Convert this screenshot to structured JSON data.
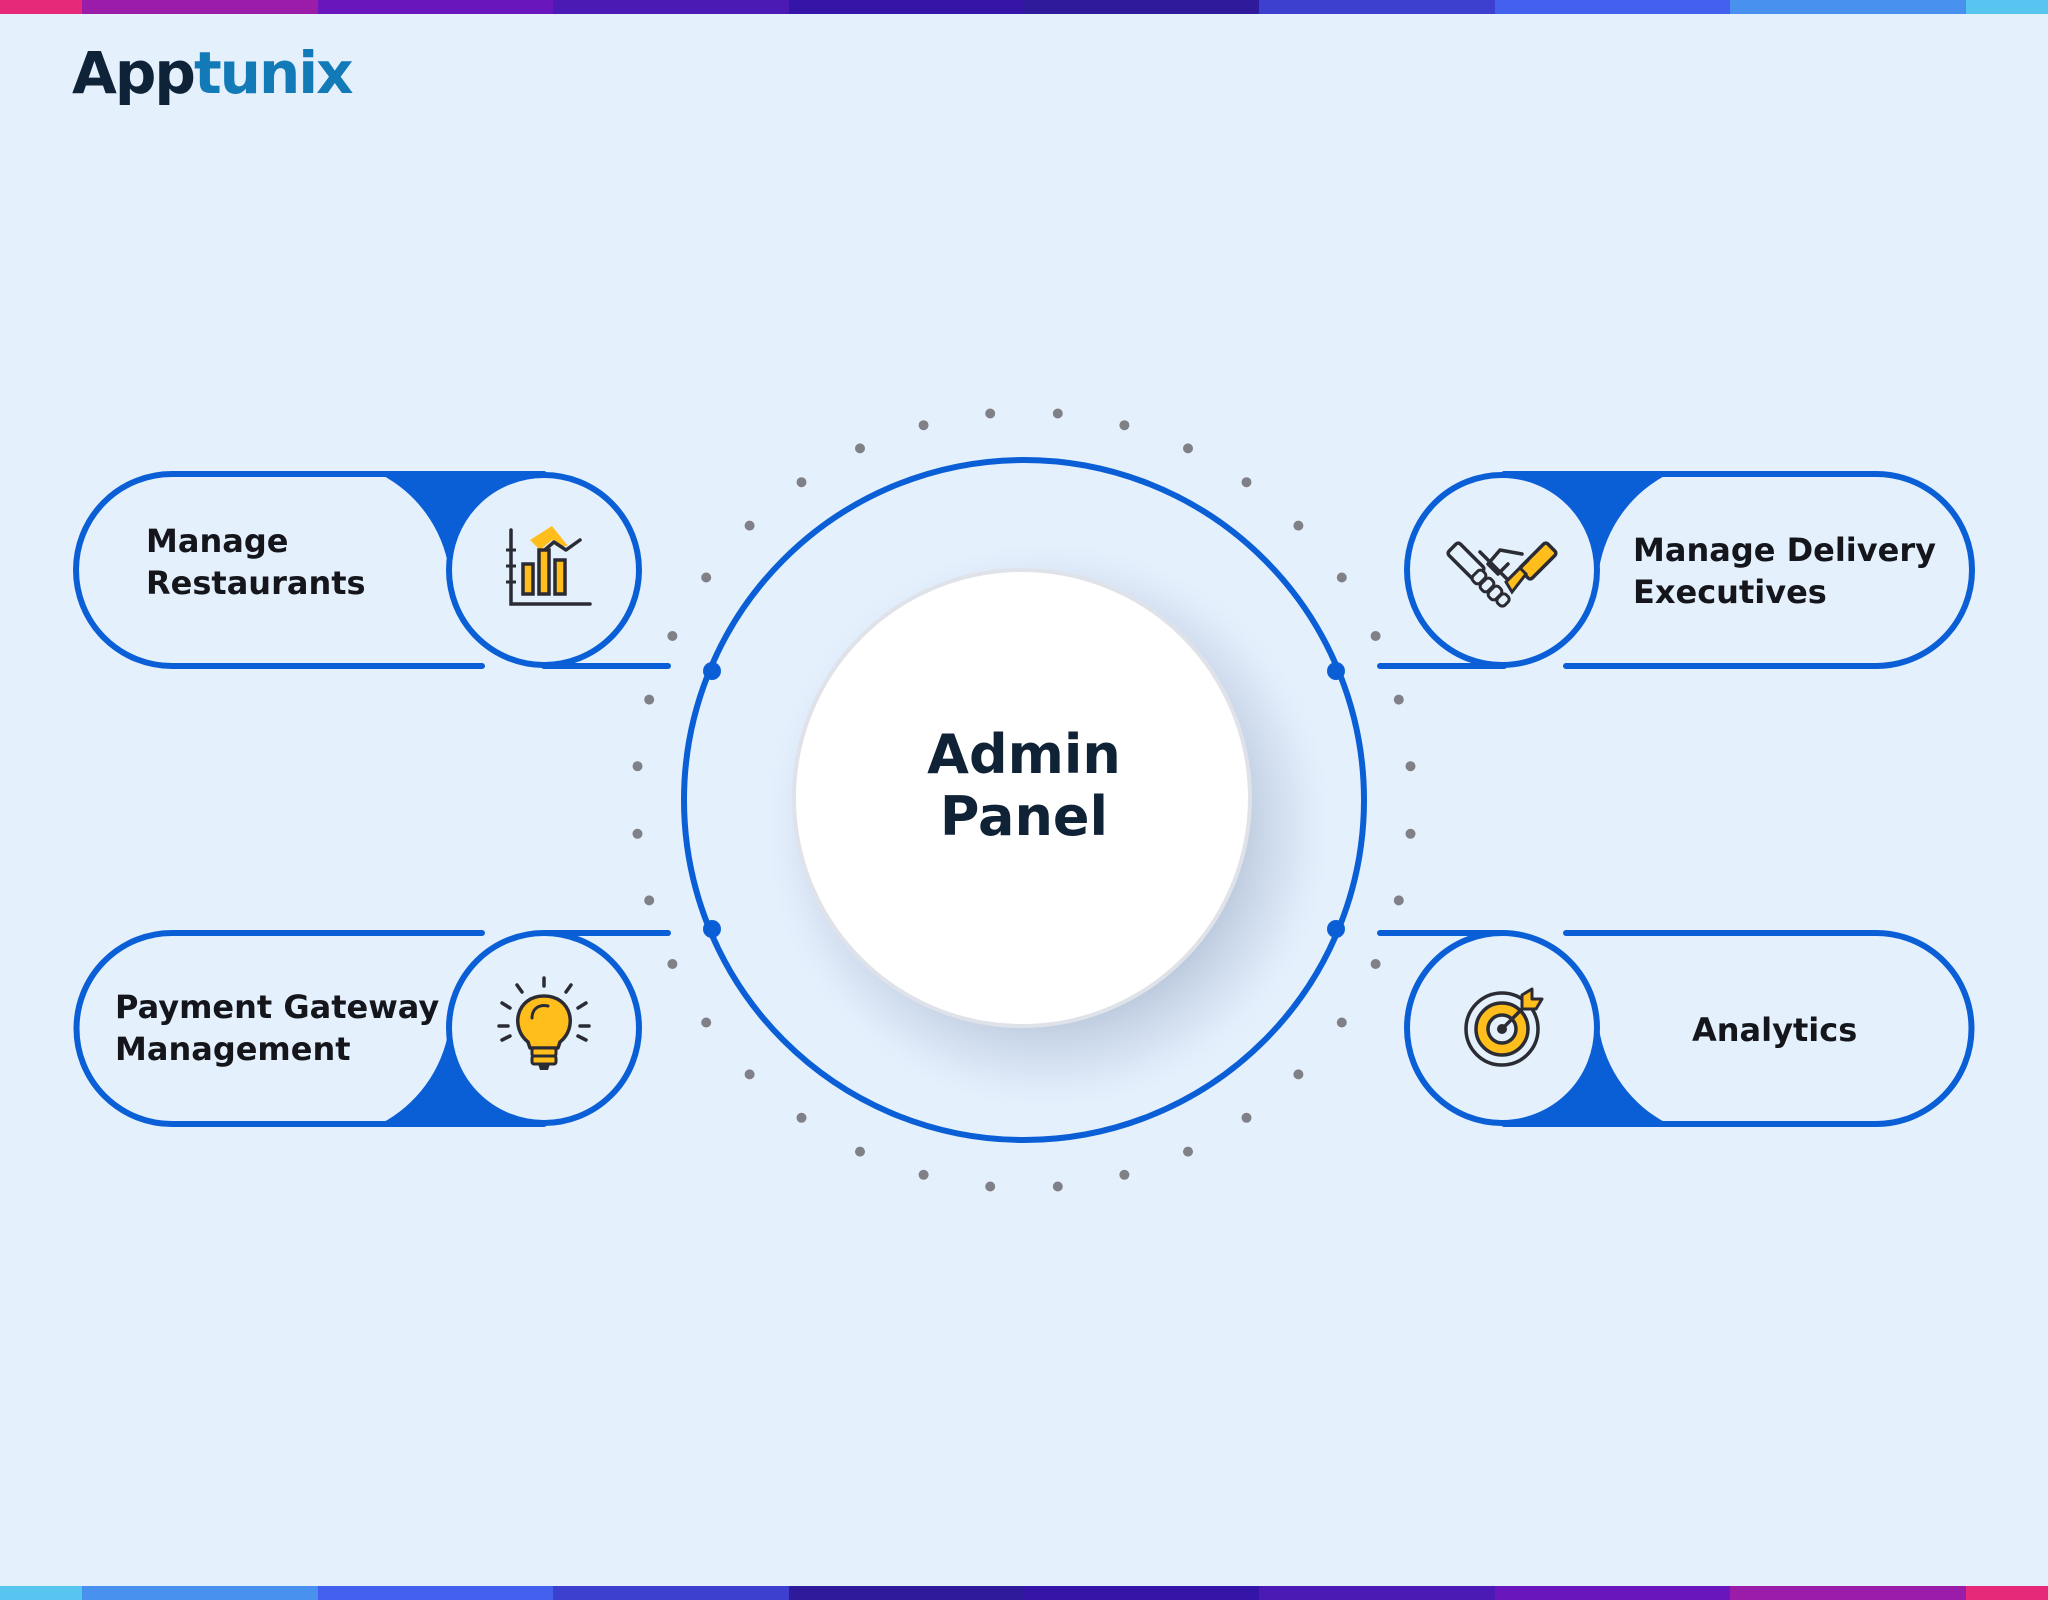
{
  "brand": {
    "logo_part1": "App",
    "logo_part2": "tunix"
  },
  "center": {
    "line1": "Admin",
    "line2": "Panel"
  },
  "items": [
    {
      "line1": "Manage",
      "line2": "Restaurants",
      "icon": "bar-chart-icon"
    },
    {
      "line1": "Manage Delivery",
      "line2": "Executives",
      "icon": "handshake-icon"
    },
    {
      "line1": "Payment Gateway",
      "line2": "Management",
      "icon": "lightbulb-icon"
    },
    {
      "line1": "Analytics",
      "icon": "target-icon"
    }
  ],
  "colors": {
    "background": "#e5f0fd",
    "accent_blue": "#0a5fd6",
    "icon_yellow": "#ffbe1b",
    "icon_dark": "#2b2b33",
    "stripe": [
      "#e7297a",
      "#9b1ca8",
      "#6a16bd",
      "#4b1ab4",
      "#3515a8",
      "#301a9c",
      "#3d3fcf",
      "#4360ee",
      "#4891ef",
      "#56c6f1"
    ]
  }
}
